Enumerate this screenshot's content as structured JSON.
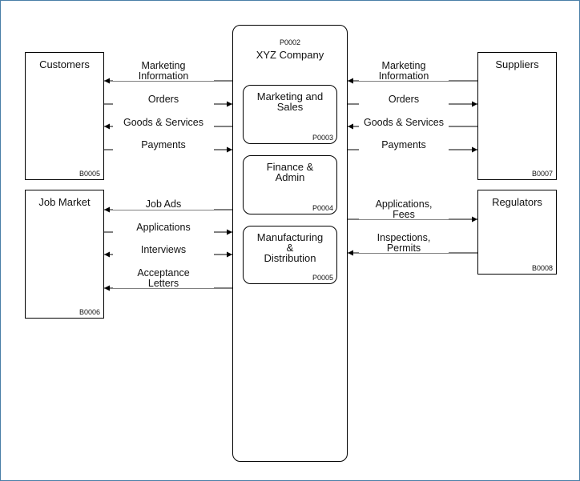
{
  "company": {
    "code": "P0002",
    "name": "XYZ Company"
  },
  "processes": [
    {
      "name": "Marketing and\nSales",
      "code": "P0003"
    },
    {
      "name": "Finance &\nAdmin",
      "code": "P0004"
    },
    {
      "name": "Manufacturing\n&\nDistribution",
      "code": "P0005"
    }
  ],
  "entities": {
    "customers": {
      "name": "Customers",
      "code": "B0005"
    },
    "job_market": {
      "name": "Job Market",
      "code": "B0006"
    },
    "suppliers": {
      "name": "Suppliers",
      "code": "B0007"
    },
    "regulators": {
      "name": "Regulators",
      "code": "B0008"
    }
  },
  "flows": {
    "customers": [
      "Marketing\nInformation",
      "Orders",
      "Goods & Services",
      "Payments"
    ],
    "job_market": [
      "Job Ads",
      "Applications",
      "Interviews",
      "Acceptance\nLetters"
    ],
    "suppliers": [
      "Marketing\nInformation",
      "Orders",
      "Goods & Services",
      "Payments"
    ],
    "regulators": [
      "Applications,\nFees",
      "Inspections,\nPermits"
    ]
  },
  "colors": {
    "frame": "#4a7fa7",
    "line": "#000000",
    "text": "#111111"
  }
}
